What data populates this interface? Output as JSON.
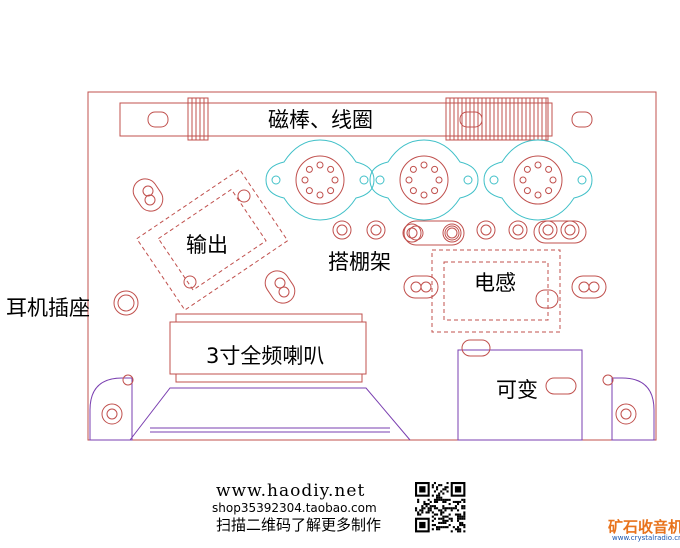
{
  "labels": {
    "rod_coil": "磁棒、线圈",
    "output": "输出",
    "rack": "搭棚架",
    "inductor": "电感",
    "earphone": "耳机插座",
    "speaker": "3寸全频喇叭",
    "variable_cap": "可变"
  },
  "footer": {
    "website": "www.haodiy.net",
    "shop": "shop35392304.taobao.com",
    "note": "扫描二维码了解更多制作",
    "brand": "矿石收音机",
    "brand_url": "www.crystalradio.cn"
  },
  "colors": {
    "chassis": "#c0504d",
    "socket": "#40c0c8",
    "violet": "#7a3fb0",
    "text": "#000000",
    "brand_orange": "#e8731c",
    "brand_blue": "#1a57b0"
  }
}
